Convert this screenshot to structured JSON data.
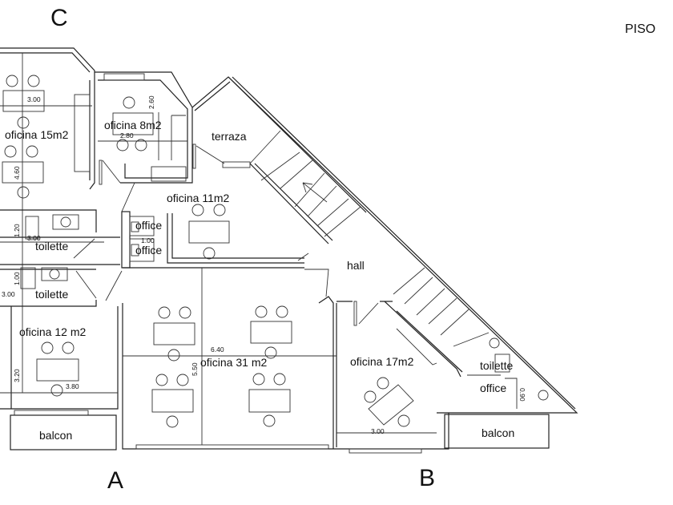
{
  "title": "PISO",
  "sectors": {
    "a": "A",
    "b": "B",
    "c": "C"
  },
  "rooms": {
    "oficina_15": "oficina 15m2",
    "oficina_8": "oficina 8m2",
    "terraza": "terraza",
    "oficina_11": "oficina 11m2",
    "office_1": "office",
    "office_2": "office",
    "toilette_1": "toilette",
    "toilette_2": "toilette",
    "hall": "hall",
    "oficina_12": "oficina 12 m2",
    "oficina_31": "oficina  31 m2",
    "oficina_17": "oficina 17m2",
    "toilette_3": "toilette",
    "office_3": "office",
    "balcon_1": "balcon",
    "balcon_2": "balcon"
  },
  "dimensions": {
    "o15_width": "3.00",
    "o15_height": "4.60",
    "o8_height": "2.60",
    "o8_width": "2.80",
    "toilette1_height": "1.20",
    "toilette1_width": "3.00",
    "office_width": "1.00",
    "toilette2_height": "1.00",
    "toilette2_width": "3.00",
    "o12_height": "3.20",
    "o12_width": "3.80",
    "o31_width": "6.40",
    "o31_height": "5.50",
    "o17_width": "3.00",
    "office3_width": "0.90"
  }
}
